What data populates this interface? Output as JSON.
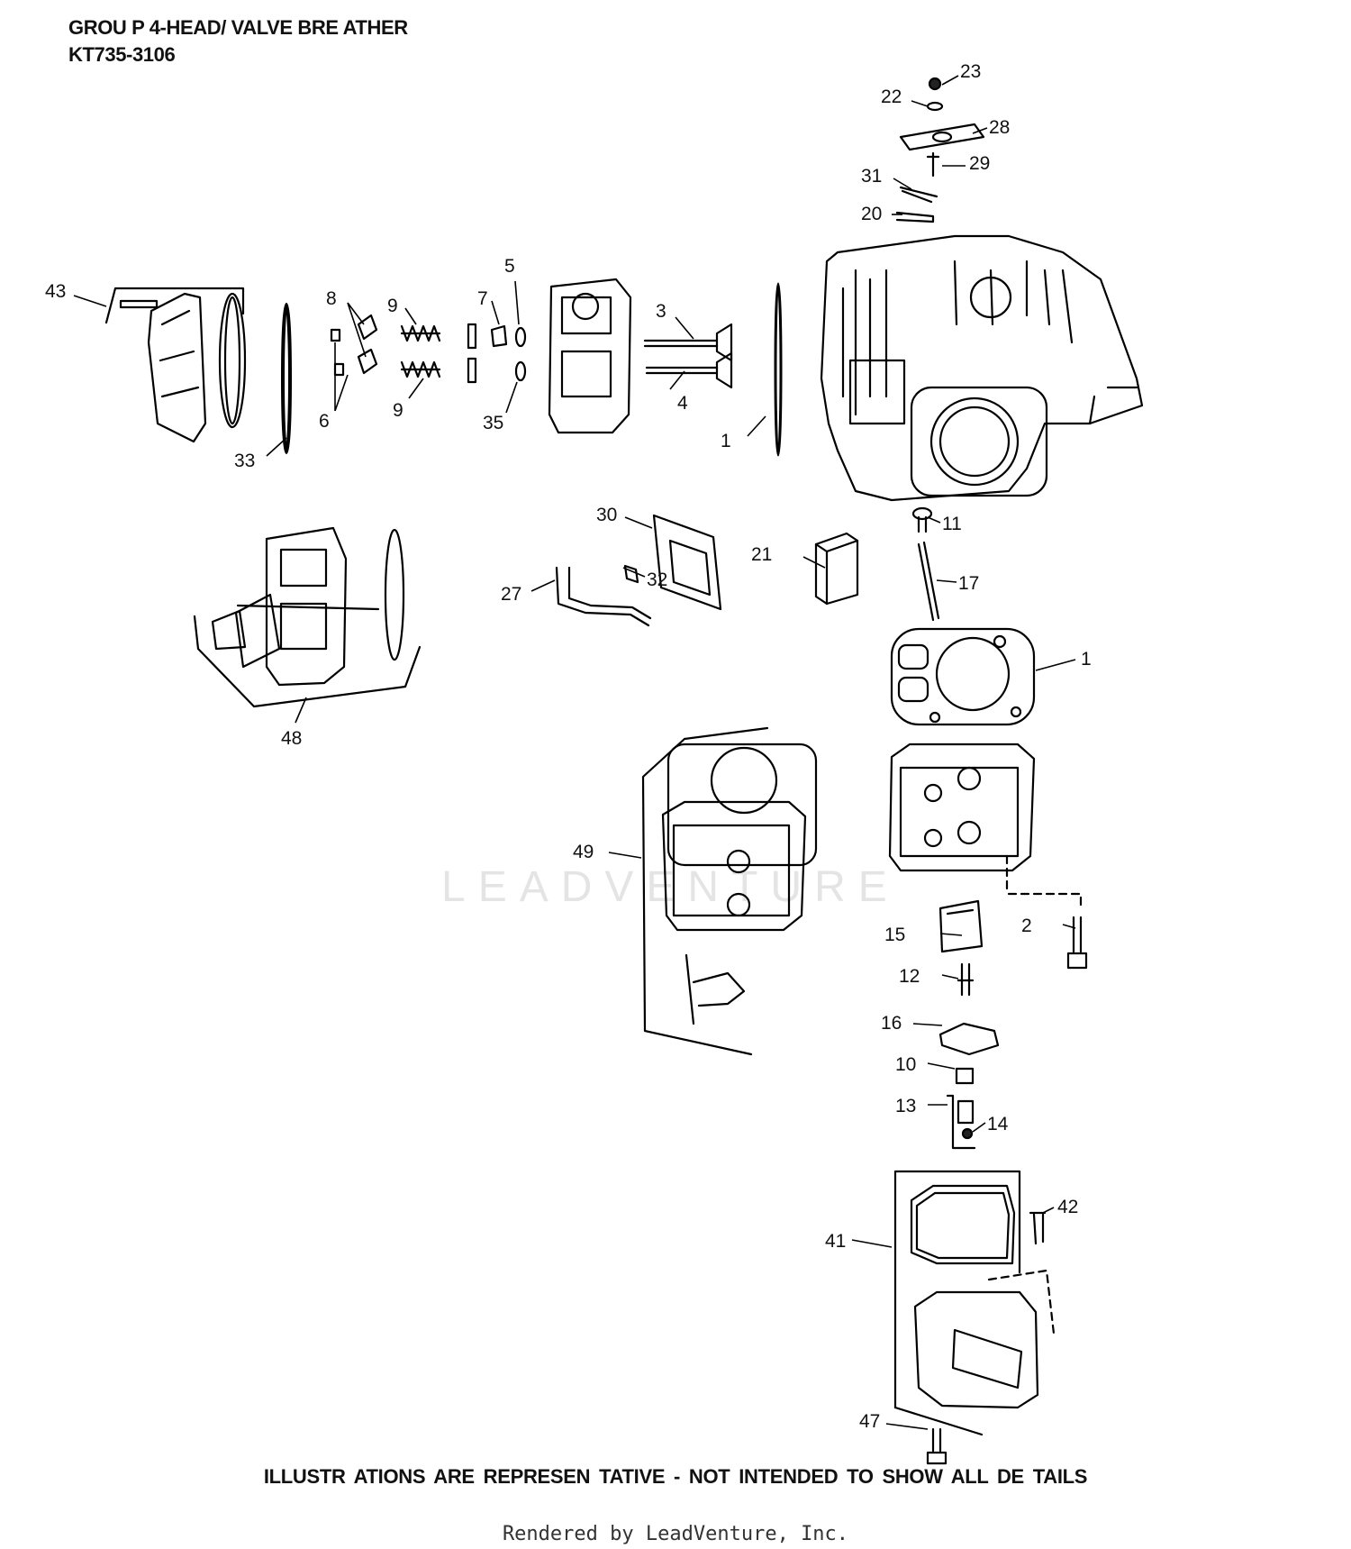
{
  "header": {
    "title": "GROU P 4-HEAD/ VALVE BRE ATHER",
    "model": "KT735-3106"
  },
  "footer": {
    "disclaimer": "ILLUSTR ATIONS ARE REPRESEN TATIVE - NOT INTENDED TO SHOW ALL DE TAILS",
    "rendered_by": "Rendered by LeadVenture, Inc."
  },
  "watermark": "LEADVENTURE",
  "callouts": [
    "23",
    "22",
    "28",
    "29",
    "31",
    "20",
    "43",
    "8",
    "9",
    "7",
    "5",
    "3",
    "6",
    "9",
    "35",
    "4",
    "1",
    "33",
    "30",
    "11",
    "21",
    "32",
    "17",
    "27",
    "1",
    "48",
    "49",
    "15",
    "2",
    "12",
    "16",
    "10",
    "13",
    "14",
    "42",
    "41",
    "47"
  ]
}
